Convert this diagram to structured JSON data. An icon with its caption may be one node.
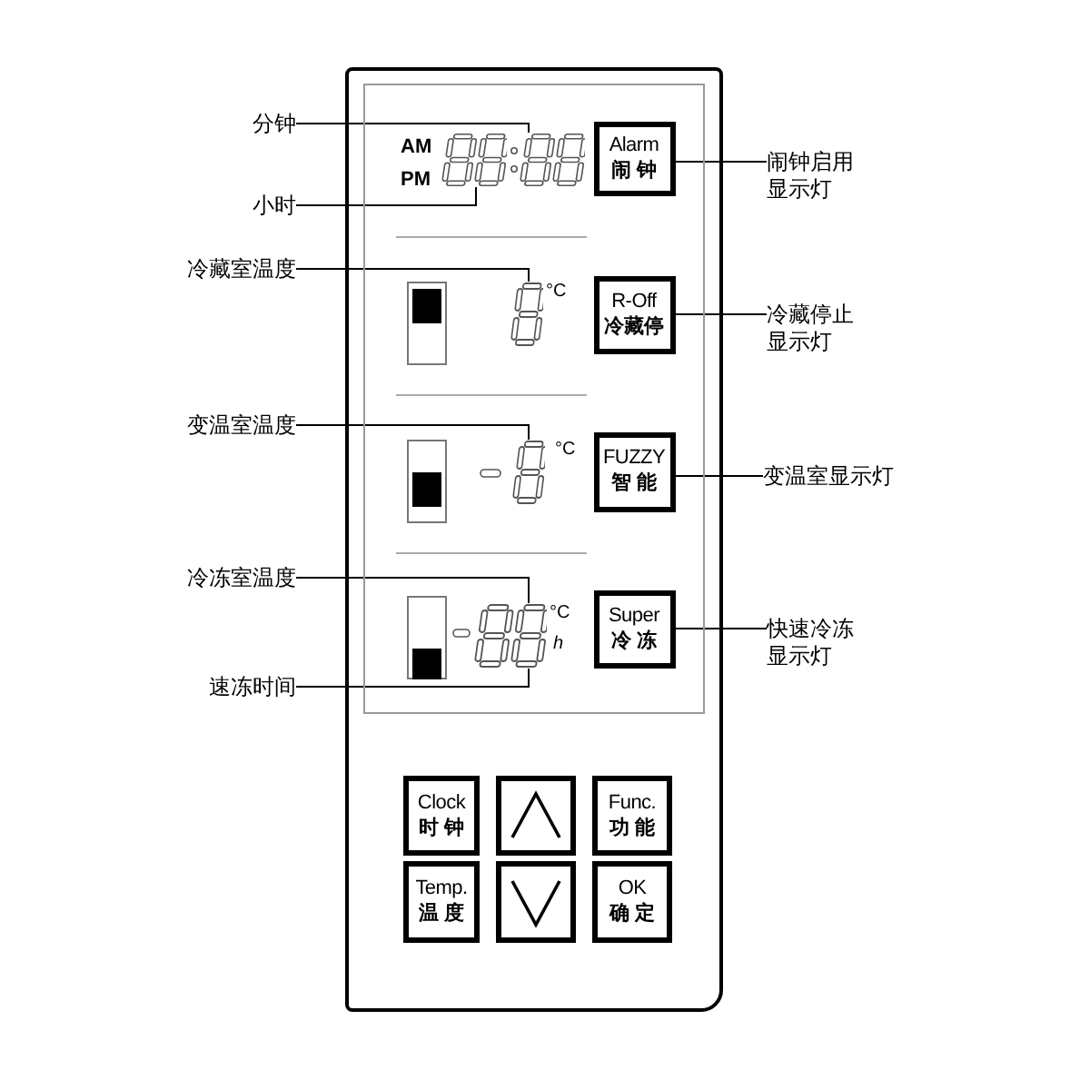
{
  "diagram": {
    "nodes": [
      {
        "text": [],
        "shape": "box"
      },
      {
        "text": [],
        "shape": "box",
        "in": 0
      },
      {
        "text": [],
        "shape": "display",
        "in": 1
      },
      {
        "text": [],
        "shape": "display",
        "in": 1
      },
      {
        "text": [
          "Alarm",
          "闹 钟"
        ],
        "in": 1
      },
      {
        "text": [],
        "shape": "display",
        "in": 1
      },
      {
        "text": [
          "R-Off",
          "冷藏停"
        ],
        "in": 1
      },
      {
        "text": [],
        "shape": "display",
        "in": 1
      },
      {
        "text": [
          "FUZZY",
          "智 能"
        ],
        "in": 1
      },
      {
        "text": [],
        "shape": "display",
        "in": 1
      },
      {
        "text": [
          "Super",
          "冷 冻"
        ],
        "in": 1
      },
      {
        "text": [
          "Clock",
          "时 钟"
        ],
        "in": 0
      },
      {
        "text": [],
        "shape": "box",
        "in": 0
      },
      {
        "text": [
          "Func.",
          "功 能"
        ],
        "in": 0
      },
      {
        "text": [
          "Temp.",
          "温 度"
        ],
        "in": 0
      },
      {
        "text": [],
        "shape": "box",
        "in": 0
      },
      {
        "text": [
          "OK",
          "确 定"
        ],
        "in": 0
      },
      {
        "text": [
          "分钟"
        ]
      },
      {
        "text": [
          "小时"
        ]
      },
      {
        "text": [
          "冷藏室温度"
        ]
      },
      {
        "text": [
          "变温室温度"
        ]
      },
      {
        "text": [
          "冷冻室温度"
        ]
      },
      {
        "text": [
          "速冻时间"
        ]
      },
      {
        "text": [
          "闹钟启用显示灯"
        ]
      },
      {
        "text": [
          "冷藏停止显示灯"
        ]
      },
      {
        "text": [
          "变温室显示灯"
        ]
      },
      {
        "text": [
          "快速冷冻显示灯"
        ]
      }
    ],
    "edges": [
      {
        "from": 17,
        "to": 3,
        "arrow": "none"
      },
      {
        "from": 18,
        "to": 2,
        "arrow": "none"
      },
      {
        "from": 19,
        "to": 5,
        "arrow": "none"
      },
      {
        "from": 20,
        "to": 7,
        "arrow": "none"
      },
      {
        "from": 21,
        "to": 9,
        "arrow": "none"
      },
      {
        "from": 22,
        "to": 9,
        "arrow": "none"
      },
      {
        "from": 23,
        "to": 4,
        "arrow": "none"
      },
      {
        "from": 24,
        "to": 6,
        "arrow": "none"
      },
      {
        "from": 25,
        "to": 8,
        "arrow": "none"
      },
      {
        "from": 26,
        "to": 10,
        "arrow": "none"
      }
    ],
    "labels": [
      "AM",
      "PM",
      "°C",
      "°C",
      "°C",
      "h"
    ]
  }
}
